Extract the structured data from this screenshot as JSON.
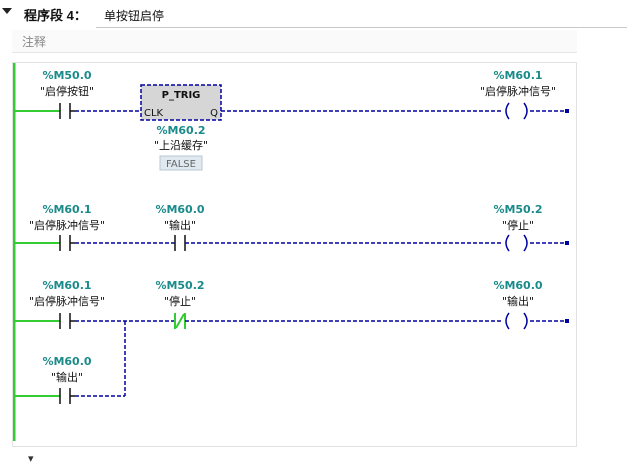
{
  "network": {
    "title": "程序段 4：",
    "description": "单按钮启停",
    "comment_label": "注释"
  },
  "rungs": [
    {
      "contact": {
        "address": "%M50.0",
        "tag": "\"启停按钮\""
      },
      "box": {
        "type": "P_TRIG",
        "pin_clk": "CLK",
        "pin_q": "Q",
        "mem_address": "%M60.2",
        "mem_tag": "\"上沿缓存\"",
        "state": "FALSE"
      },
      "coil": {
        "address": "%M60.1",
        "tag": "\"启停脉冲信号\""
      }
    },
    {
      "contact1": {
        "address": "%M60.1",
        "tag": "\"启停脉冲信号\""
      },
      "contact2": {
        "address": "%M60.0",
        "tag": "\"输出\""
      },
      "coil": {
        "address": "%M50.2",
        "tag": "\"停止\""
      }
    },
    {
      "contact1": {
        "address": "%M60.1",
        "tag": "\"启停脉冲信号\""
      },
      "contact2": {
        "address": "%M50.2",
        "tag": "\"停止\"",
        "negated": true
      },
      "coil": {
        "address": "%M60.0",
        "tag": "\"输出\""
      },
      "branch": {
        "address": "%M60.0",
        "tag": "\"输出\""
      }
    }
  ],
  "colors": {
    "power_rail": "#33cc33",
    "wire_inactive": "#0000a0",
    "box_fill": "#d6d6d6",
    "address": "#1a8a8a"
  }
}
